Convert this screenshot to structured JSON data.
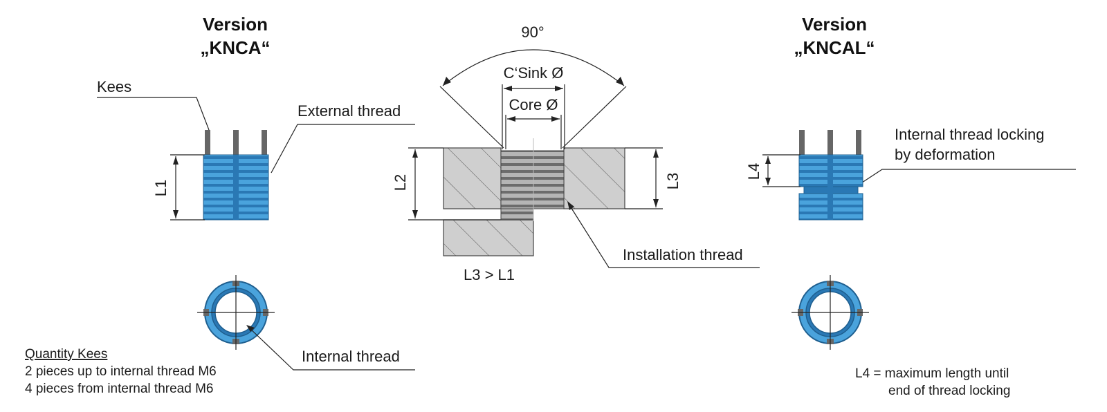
{
  "left": {
    "title_line1": "Version",
    "title_line2": "„KNCA“",
    "label_kees": "Kees",
    "label_external": "External thread",
    "label_l1": "L1",
    "label_internal": "Internal thread",
    "quantity_heading": "Quantity Kees",
    "quantity_line1": "2 pieces up to internal thread M6",
    "quantity_line2": "4 pieces from internal thread M6"
  },
  "center": {
    "label_angle": "90°",
    "label_csink": "C‘Sink Ø",
    "label_core": "Core Ø",
    "label_l2": "L2",
    "label_l3": "L3",
    "label_installation": "Installation thread",
    "label_relation": "L3 > L1"
  },
  "right": {
    "title_line1": "Version",
    "title_line2": "„KNCAL“",
    "label_locking1": "Internal thread locking",
    "label_locking2": "by deformation",
    "label_l4": "L4",
    "note_line1": "L4 = maximum length until",
    "note_line2": "end of thread locking"
  },
  "colors": {
    "insert_blue": "#4aa3dc",
    "insert_dark": "#2a78b4",
    "key_gray": "#666666",
    "workpiece_gray": "#cfcfcf"
  }
}
